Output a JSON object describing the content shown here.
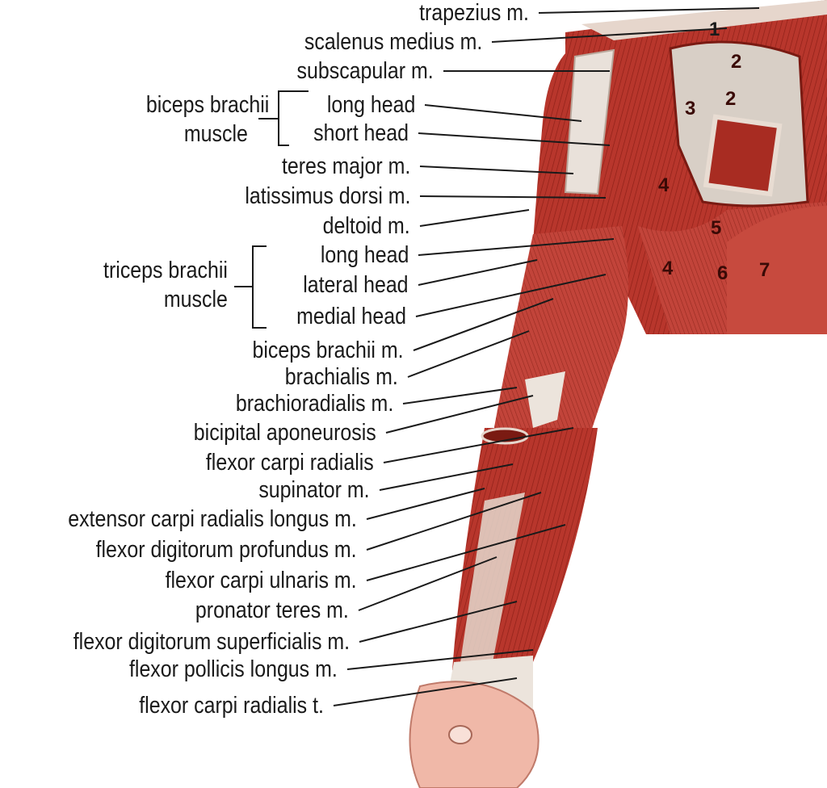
{
  "labels": [
    {
      "key": "trapezius",
      "text": "trapezius m."
    },
    {
      "key": "scalenus_medius",
      "text": "scalenus medius m."
    },
    {
      "key": "subscapular",
      "text": "subscapular m."
    },
    {
      "key": "biceps_group_line1",
      "text": "biceps brachii"
    },
    {
      "key": "biceps_group_line2",
      "text": "muscle"
    },
    {
      "key": "biceps_long_head",
      "text": "long head"
    },
    {
      "key": "biceps_short_head",
      "text": "short head"
    },
    {
      "key": "teres_major",
      "text": "teres major m."
    },
    {
      "key": "latissimus_dorsi",
      "text": "latissimus dorsi m."
    },
    {
      "key": "deltoid",
      "text": "deltoid m."
    },
    {
      "key": "triceps_group_line1",
      "text": "triceps brachii"
    },
    {
      "key": "triceps_group_line2",
      "text": "muscle"
    },
    {
      "key": "triceps_long_head",
      "text": "long head"
    },
    {
      "key": "triceps_lateral_head",
      "text": "lateral head"
    },
    {
      "key": "triceps_medial_head",
      "text": "medial head"
    },
    {
      "key": "biceps_brachii_m",
      "text": "biceps brachii m."
    },
    {
      "key": "brachialis",
      "text": "brachialis m."
    },
    {
      "key": "brachioradialis",
      "text": "brachioradialis m."
    },
    {
      "key": "bicipital_aponeurosis",
      "text": "bicipital aponeurosis"
    },
    {
      "key": "flexor_carpi_radialis",
      "text": "flexor carpi radialis"
    },
    {
      "key": "supinator",
      "text": "supinator m."
    },
    {
      "key": "extensor_carpi_radialis_longus",
      "text": "extensor carpi radialis longus m."
    },
    {
      "key": "flexor_digitorum_profundus",
      "text": "flexor digitorum profundus m."
    },
    {
      "key": "flexor_carpi_ulnaris",
      "text": "flexor carpi ulnaris m."
    },
    {
      "key": "pronator_teres",
      "text": "pronator teres m."
    },
    {
      "key": "flexor_digitorum_superficialis",
      "text": "flexor digitorum superficialis m."
    },
    {
      "key": "flexor_pollicis_longus",
      "text": "flexor pollicis longus m."
    },
    {
      "key": "flexor_carpi_radialis_t",
      "text": "flexor carpi radialis t."
    }
  ],
  "markers": [
    "1",
    "2",
    "2",
    "3",
    "4",
    "5",
    "4",
    "6",
    "7"
  ],
  "colors": {
    "muscle": "#b8362c",
    "muscle_dark": "#8e2018",
    "muscle_light": "#d9584a",
    "tendon": "#ece4dc",
    "skin": "#f0b8a8",
    "line": "#1a1a1a"
  }
}
